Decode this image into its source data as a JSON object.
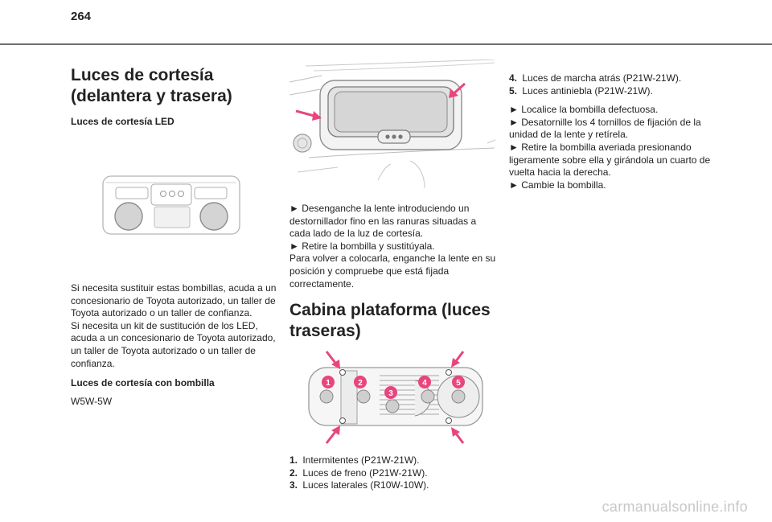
{
  "page_number": "264",
  "col1": {
    "title": "Luces de cortesía (delantera y trasera)",
    "subtitle_led": "Luces de cortesía LED",
    "para_replace": "Si necesita sustituir estas bombillas, acuda a un concesionario de Toyota autorizado, un taller de Toyota autorizado o un taller de confianza.",
    "para_kit": "Si necesita un kit de sustitución de los LED, acuda a un concesionario de Toyota autorizado, un taller de Toyota autorizado o un taller de confianza.",
    "subtitle_bulb": "Luces de cortesía con bombilla",
    "bulb_type": "W5W-5W"
  },
  "col2": {
    "step1": "► Desenganche la lente introduciendo un destornillador fino en las ranuras situadas a cada lado de la luz de cortesía.",
    "step2": "► Retire la bombilla y sustitúyala.",
    "refit": "Para volver a colocarla, enganche la lente en su posición y compruebe que está fijada correctamente.",
    "title": "Cabina plataforma (luces traseras)",
    "list": [
      {
        "num": "1.",
        "text": "Intermitentes (P21W-21W)."
      },
      {
        "num": "2.",
        "text": "Luces de freno (P21W-21W)."
      },
      {
        "num": "3.",
        "text": "Luces laterales (R10W-10W)."
      }
    ],
    "callouts": [
      "1",
      "2",
      "3",
      "4",
      "5"
    ]
  },
  "col3": {
    "list": [
      {
        "num": "4.",
        "text": "Luces de marcha atrás (P21W-21W)."
      },
      {
        "num": "5.",
        "text": "Luces antiniebla (P21W-21W)."
      }
    ],
    "step1": "► Localice la bombilla defectuosa.",
    "step2": "► Desatornille los 4 tornillos de fijación de la unidad de la lente y retírela.",
    "step3": "► Retire la bombilla averiada presionando ligeramente sobre ella y girándola un cuarto de vuelta hacia la derecha.",
    "step4": "► Cambie la bombilla."
  },
  "footer": "carmanualsonline.info",
  "colors": {
    "accent_arrow": "#e8457e",
    "rule": "#6f6f6f",
    "illustration_line": "#9a9a9a"
  }
}
